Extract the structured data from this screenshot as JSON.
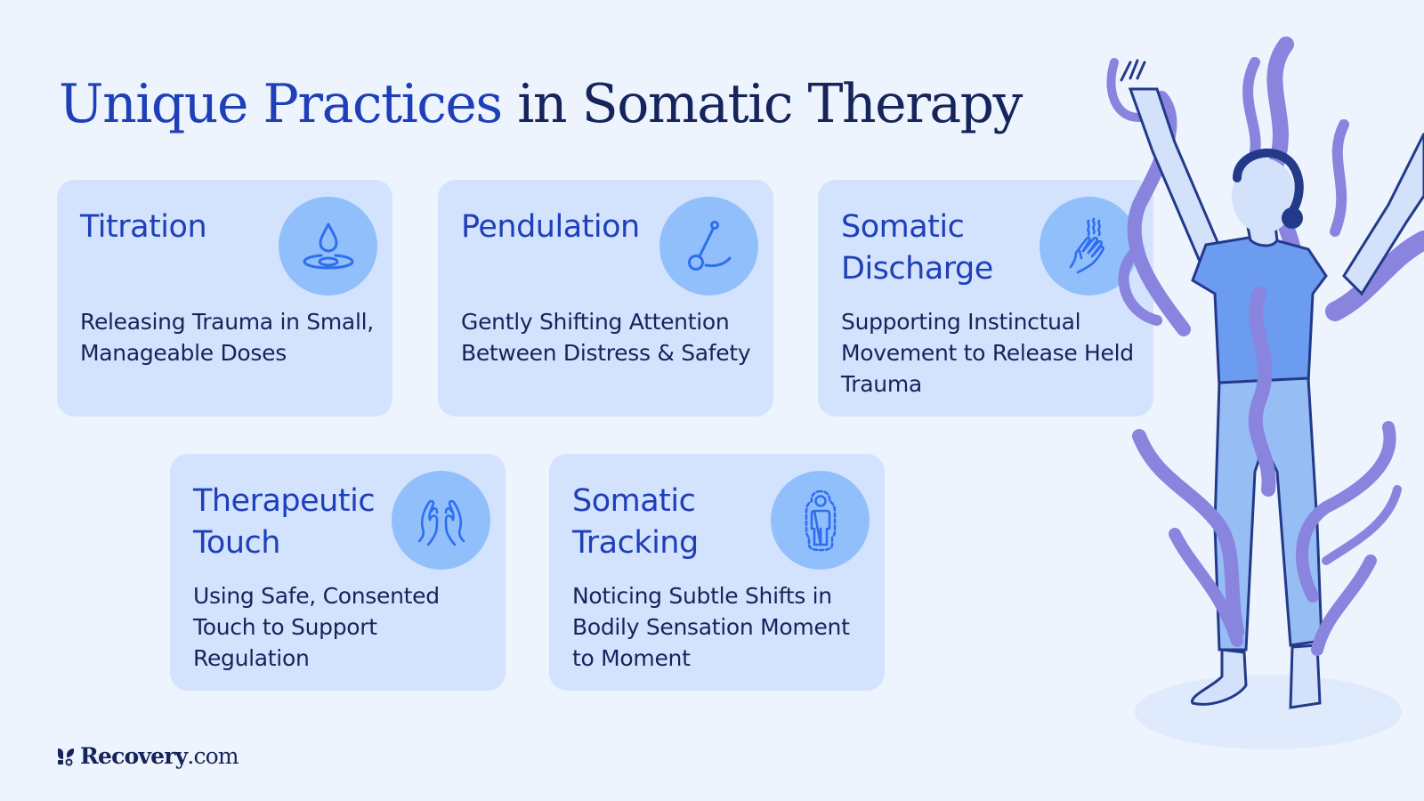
{
  "header": {
    "title_accent": "Unique Practices",
    "title_rest": " in Somatic Therapy"
  },
  "cards": [
    {
      "title": "Titration",
      "description": "Releasing Trauma in Small, Manageable Doses",
      "icon": "water-drop-ripple-icon"
    },
    {
      "title": "Pendulation",
      "description": "Gently Shifting Attention Between Distress & Safety",
      "icon": "pendulum-icon"
    },
    {
      "title": "Somatic Discharge",
      "description": "Supporting Instinctual Movement to Release Held Trauma",
      "icon": "hand-heat-waves-icon"
    },
    {
      "title": "Therapeutic Touch",
      "description": "Using Safe, Consented Touch to Support Regulation",
      "icon": "cupped-hands-icon"
    },
    {
      "title": "Somatic Tracking",
      "description": "Noticing Subtle Shifts in Bodily Sensation Moment to Moment",
      "icon": "body-outline-icon"
    }
  ],
  "footer": {
    "brand": "Recovery",
    "domain": ".com"
  },
  "colors": {
    "background": "#eef4fe",
    "card": "#d3e3fd",
    "icon_circle": "#90bffb",
    "icon_stroke": "#2f6ef0",
    "accent": "#1f3fb8",
    "text_dark": "#15245a",
    "flame": "#8984de"
  }
}
